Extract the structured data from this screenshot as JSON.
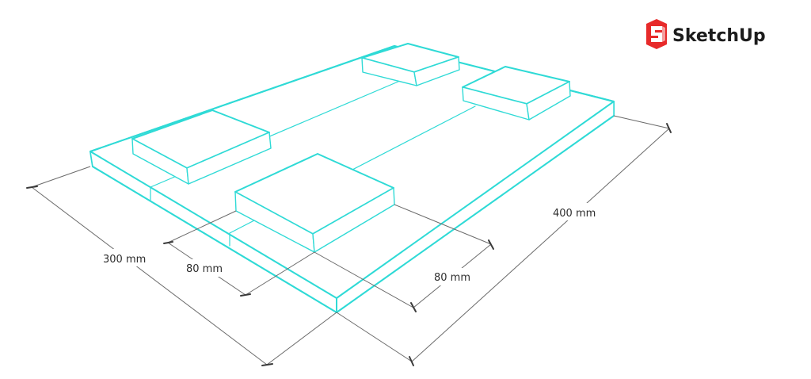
{
  "brand": {
    "name": "SketchUp",
    "color": "#e72a2a"
  },
  "model": {
    "edge_color": "#2fdad6",
    "dimension_color": "#6b6b6b"
  },
  "dimensions": {
    "width": "300 mm",
    "length": "400 mm",
    "pad_left": "80 mm",
    "pad_right": "80 mm"
  }
}
